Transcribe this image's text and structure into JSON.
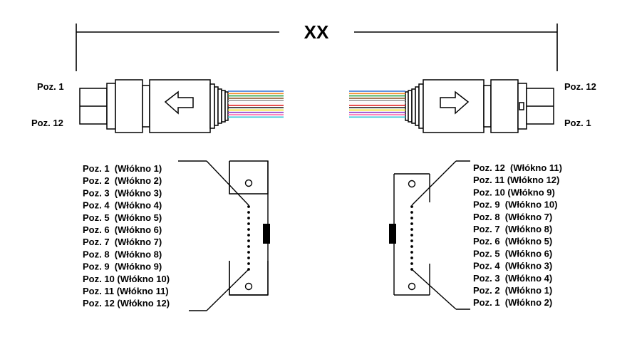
{
  "dimension_label": "XX",
  "left_connector": {
    "top_label": "Poz. 1",
    "bottom_label": "Poz. 12"
  },
  "right_connector": {
    "top_label": "Poz. 12",
    "bottom_label": "Poz. 1"
  },
  "fiber_colors": [
    "#2b6fd6",
    "#f28c28",
    "#2aa84a",
    "#8b5a2b",
    "#9a9a9a",
    "#f4f4f4",
    "#e02020",
    "#222222",
    "#f2e21c",
    "#8a3cc8",
    "#ff5fa8",
    "#35c8d8"
  ],
  "left_pinout": [
    "Poz. 1  (Włókno 1)",
    "Poz. 2  (Włókno 2)",
    "Poz. 3  (Włókno 3)",
    "Poz. 4  (Włókno 4)",
    "Poz. 5  (Włókno 5)",
    "Poz. 6  (Włókno 6)",
    "Poz. 7  (Włókno 7)",
    "Poz. 8  (Włókno 8)",
    "Poz. 9  (Włókno 9)",
    "Poz. 10 (Włókno 10)",
    "Poz. 11 (Włókno 11)",
    "Poz. 12 (Włókno 12)"
  ],
  "right_pinout": [
    "Poz. 12  (Włókno 11)",
    "Poz. 11 (Włókno 12)",
    "Poz. 10 (Włókno 9)",
    "Poz. 9  (Włókno 10)",
    "Poz. 8  (Włókno 7)",
    "Poz. 7  (Włókno 8)",
    "Poz. 6  (Włókno 5)",
    "Poz. 5  (Włókno 6)",
    "Poz. 4  (Włókno 3)",
    "Poz. 3  (Włókno 4)",
    "Poz. 2  (Włókno 1)",
    "Poz. 1  (Włókno 2)"
  ]
}
